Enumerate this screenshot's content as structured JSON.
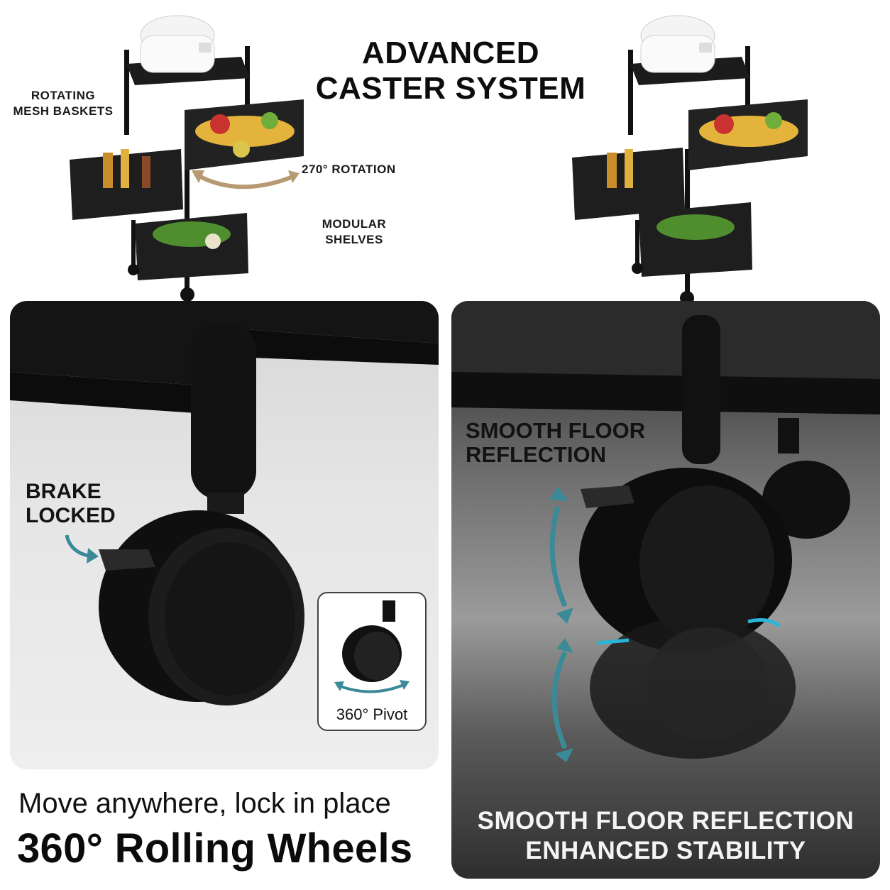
{
  "headline": [
    "ADVANCED",
    "CASTER SYSTEM"
  ],
  "callouts": {
    "rotating_baskets": [
      "ROTATING",
      "MESH BASKETS"
    ],
    "rotation": "270° ROTATION",
    "modular": [
      "MODULAR",
      "SHELVES"
    ]
  },
  "left_panel": {
    "brake_label": [
      "BRAKE",
      "LOCKED"
    ],
    "pivot_label": "360° Pivot",
    "tagline": "Move anywhere, lock in place",
    "bigline": "360° Rolling Wheels"
  },
  "right_panel": {
    "reflection_label": [
      "SMOOTH FLOOR",
      "REFLECTION"
    ],
    "bottom_lines": [
      "SMOOTH FLOOR REFLECTION",
      "ENHANCED STABILITY"
    ]
  },
  "colors": {
    "frame": "#111111",
    "accent_arrow": "#3b8a97",
    "rotation_arrow": "#b89a72",
    "cyan_glint": "#29b6d6"
  },
  "icons": [
    "rice-cooker-icon",
    "mesh-basket-icon",
    "caster-wheel-icon",
    "curved-arrow-icon",
    "rotation-arrow-icon"
  ]
}
